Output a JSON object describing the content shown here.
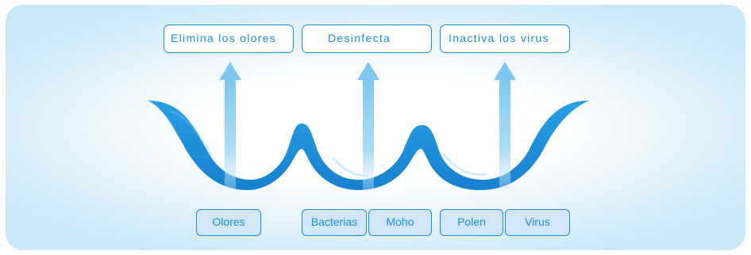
{
  "colors": {
    "accent": "#1b8ed8",
    "wave": "#1e8ed9",
    "arrow": "#8fd0f0",
    "tag_fill": "#d2e6f8"
  },
  "effects": [
    {
      "label": "Elimina los olores"
    },
    {
      "label": "Desinfecta"
    },
    {
      "label": "Inactiva los virus"
    }
  ],
  "targets": [
    {
      "label": "Olores"
    },
    {
      "label": "Bacterias"
    },
    {
      "label": "Moho"
    },
    {
      "label": "Polen"
    },
    {
      "label": "Virus"
    }
  ]
}
